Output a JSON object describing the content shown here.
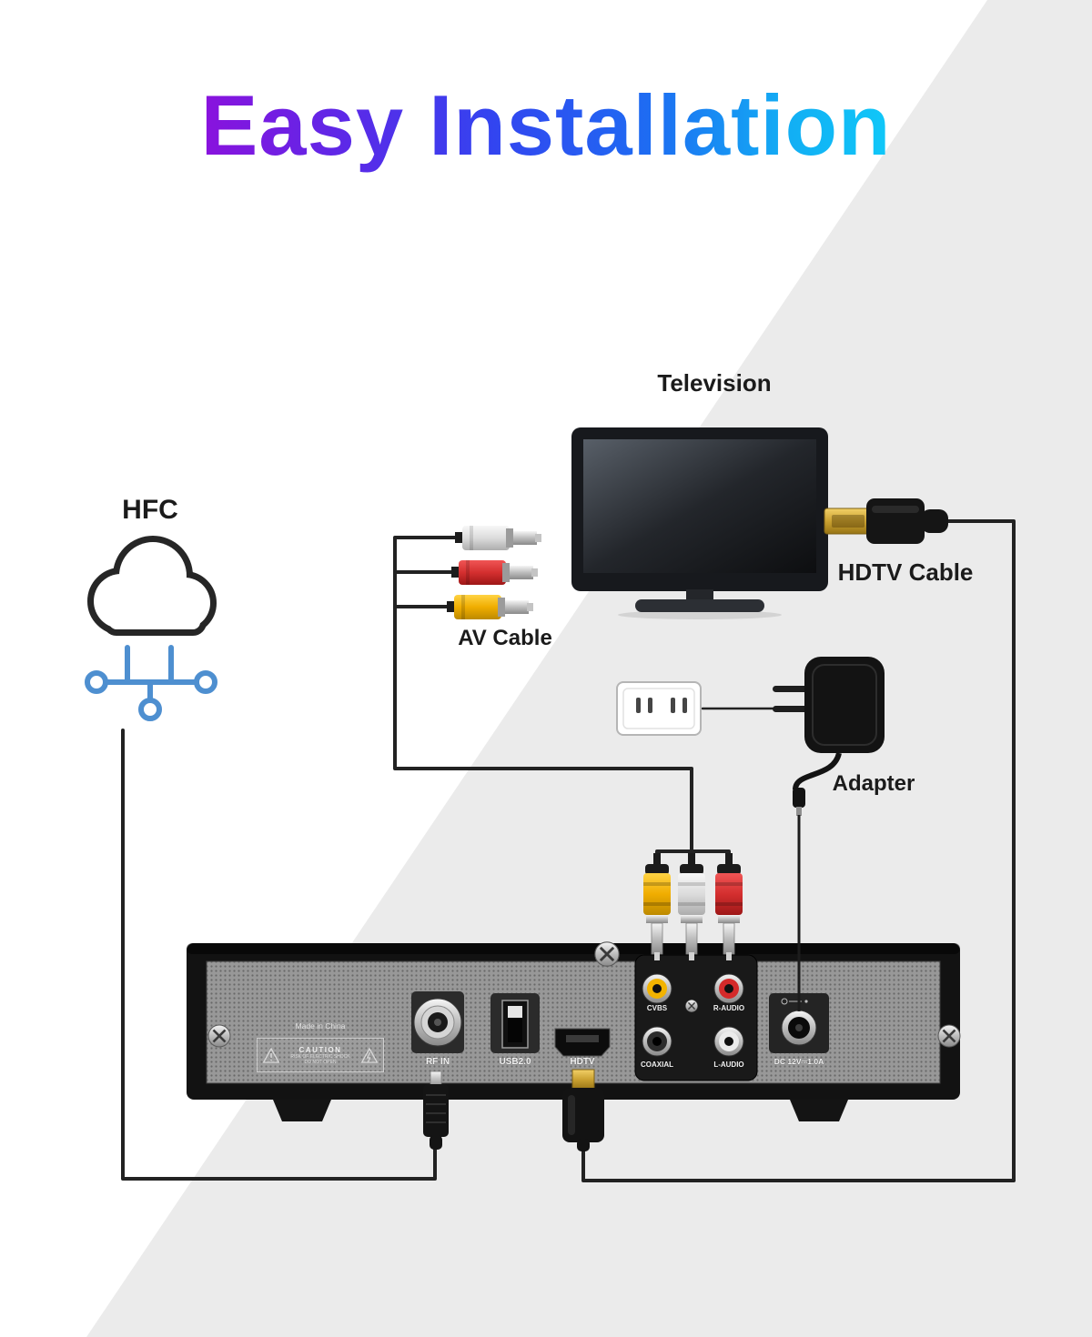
{
  "page": {
    "title": "Easy Installation"
  },
  "diagram": {
    "hfc_label": "HFC",
    "television_label": "Television",
    "hdtv_cable_label": "HDTV Cable",
    "av_cable_label": "AV Cable",
    "adapter_label": "Adapter"
  },
  "receiver": {
    "made_in": "Made in China",
    "caution": {
      "title": "CAUTION",
      "line1": "RISK OF ELECTRIC SHOCK",
      "line2": "DO NOT OPEN"
    },
    "ports": {
      "rf": "RF IN",
      "usb": "USB2.0",
      "hdmi": "HDTV",
      "cvbs": "CVBS",
      "r_audio": "R-AUDIO",
      "coaxial": "COAXIAL",
      "l_audio": "L-AUDIO",
      "dc": "DC 12V⎓1.0A"
    }
  },
  "icons": {
    "cloud": "hfc-cloud-icon",
    "network": "network-nodes-icon",
    "warning": "warning-triangle-icon",
    "lightning": "lightning-triangle-icon",
    "screw": "screw-icon"
  },
  "colors": {
    "title_gradient": [
      "#8a12dd",
      "#3344f0",
      "#1e6cf2",
      "#10c8f8"
    ],
    "diagonal_background": "#ebebeb",
    "network_icon_blue": "#4e8fd0",
    "rca_yellow": "#f0ad00",
    "rca_red": "#d42f2f",
    "rca_white": "#dcdcdc",
    "cable_black": "#222222"
  }
}
